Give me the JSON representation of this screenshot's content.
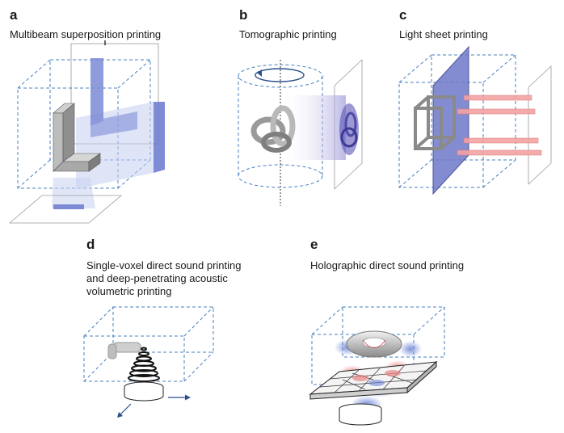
{
  "panels": [
    {
      "letter": "a",
      "title": "Multibeam superposition printing"
    },
    {
      "letter": "b",
      "title": "Tomographic printing"
    },
    {
      "letter": "c",
      "title": "Light sheet printing"
    },
    {
      "letter": "d",
      "title": "Single-voxel direct sound printing\nand deep-penetrating acoustic\nvolumetric printing"
    },
    {
      "letter": "e",
      "title": "Holographic direct sound printing"
    }
  ],
  "colors": {
    "box_dash": "#4a7fc1",
    "light_blue": "#8fa3dc",
    "sheet_blue": "#7d86cf",
    "beam_red": "#f08a8a",
    "object_gray": "#a9a9a9",
    "dark_arrow": "#2b4f8a"
  }
}
